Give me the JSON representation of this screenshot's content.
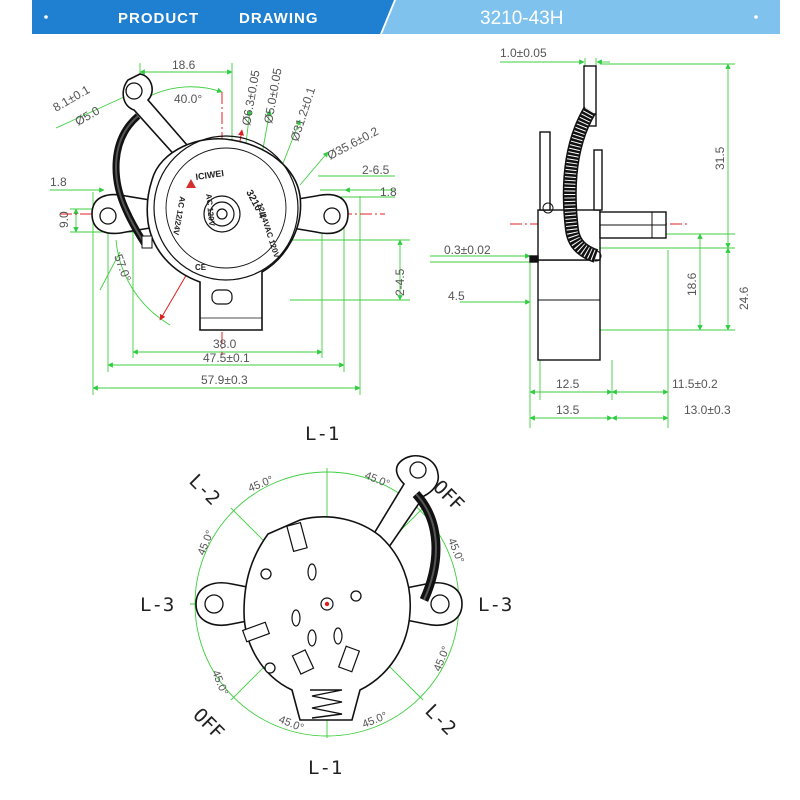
{
  "banner": {
    "product": "PRODUCT",
    "drawing": "DRAWING",
    "model": "3210-43H",
    "colors": {
      "dark": "#1f7fd0",
      "light": "#7fc2ee",
      "border": "#3a8fd8"
    }
  },
  "front_view": {
    "dims": {
      "d1": "18.6",
      "d2": "8.1±0.1",
      "d3": "Ø5.0",
      "d4": "40.0°",
      "d5": "Ø6.3±0.05",
      "d6": "Ø5.0±0.05",
      "d7": "Ø31.2±0.1",
      "d8": "Ø35.6±0.2",
      "d9": "2-6.5",
      "d10": "1.8",
      "d11": "1.8",
      "d12": "9.0",
      "d13": "57.0°",
      "d14": "2-4.5",
      "d15": "38.0",
      "d16": "47.5±0.1",
      "d17": "57.9±0.3"
    },
    "marks": {
      "brand": "ICIWEI",
      "part": "3210 4",
      "rating1": "AC 12/24V",
      "rating2": "AC 120V",
      "rating3": "12/24VAC 120V",
      "ce": "CE"
    }
  },
  "side_view": {
    "dims": {
      "s1": "1.0±0.05",
      "s2": "31.5",
      "s3": "0.3±0.02",
      "s4": "18.6",
      "s5": "24.6",
      "s6": "4.5",
      "s7": "12.5",
      "s8": "11.5±0.2",
      "s9": "13.5",
      "s10": "13.0±0.3"
    }
  },
  "bottom_view": {
    "positions": {
      "top": "L-1",
      "top_left": "L-2",
      "top_right": "OFF",
      "left": "L-3",
      "right": "L-3",
      "bottom_left": "OFF",
      "bottom_right": "L-2",
      "bottom": "L-1"
    },
    "angle": "45.0°"
  }
}
